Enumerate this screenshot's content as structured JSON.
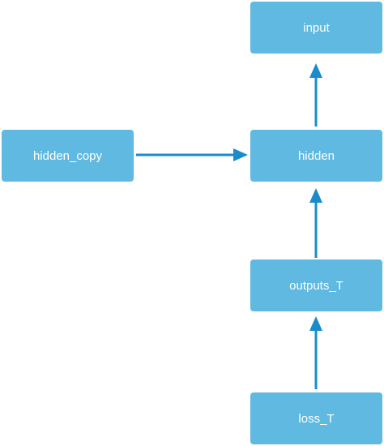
{
  "diagram": {
    "nodes": {
      "input": "input",
      "hidden": "hidden",
      "hidden_copy": "hidden_copy",
      "outputs_T": "outputs_T",
      "loss_T": "loss_T"
    },
    "edges": [
      {
        "from": "hidden",
        "to": "input"
      },
      {
        "from": "hidden_copy",
        "to": "hidden"
      },
      {
        "from": "outputs_T",
        "to": "hidden"
      },
      {
        "from": "loss_T",
        "to": "outputs_T"
      }
    ],
    "colors": {
      "node_fill": "#5fb9e0",
      "node_text": "#ffffff",
      "edge": "#1a8ccc"
    }
  }
}
